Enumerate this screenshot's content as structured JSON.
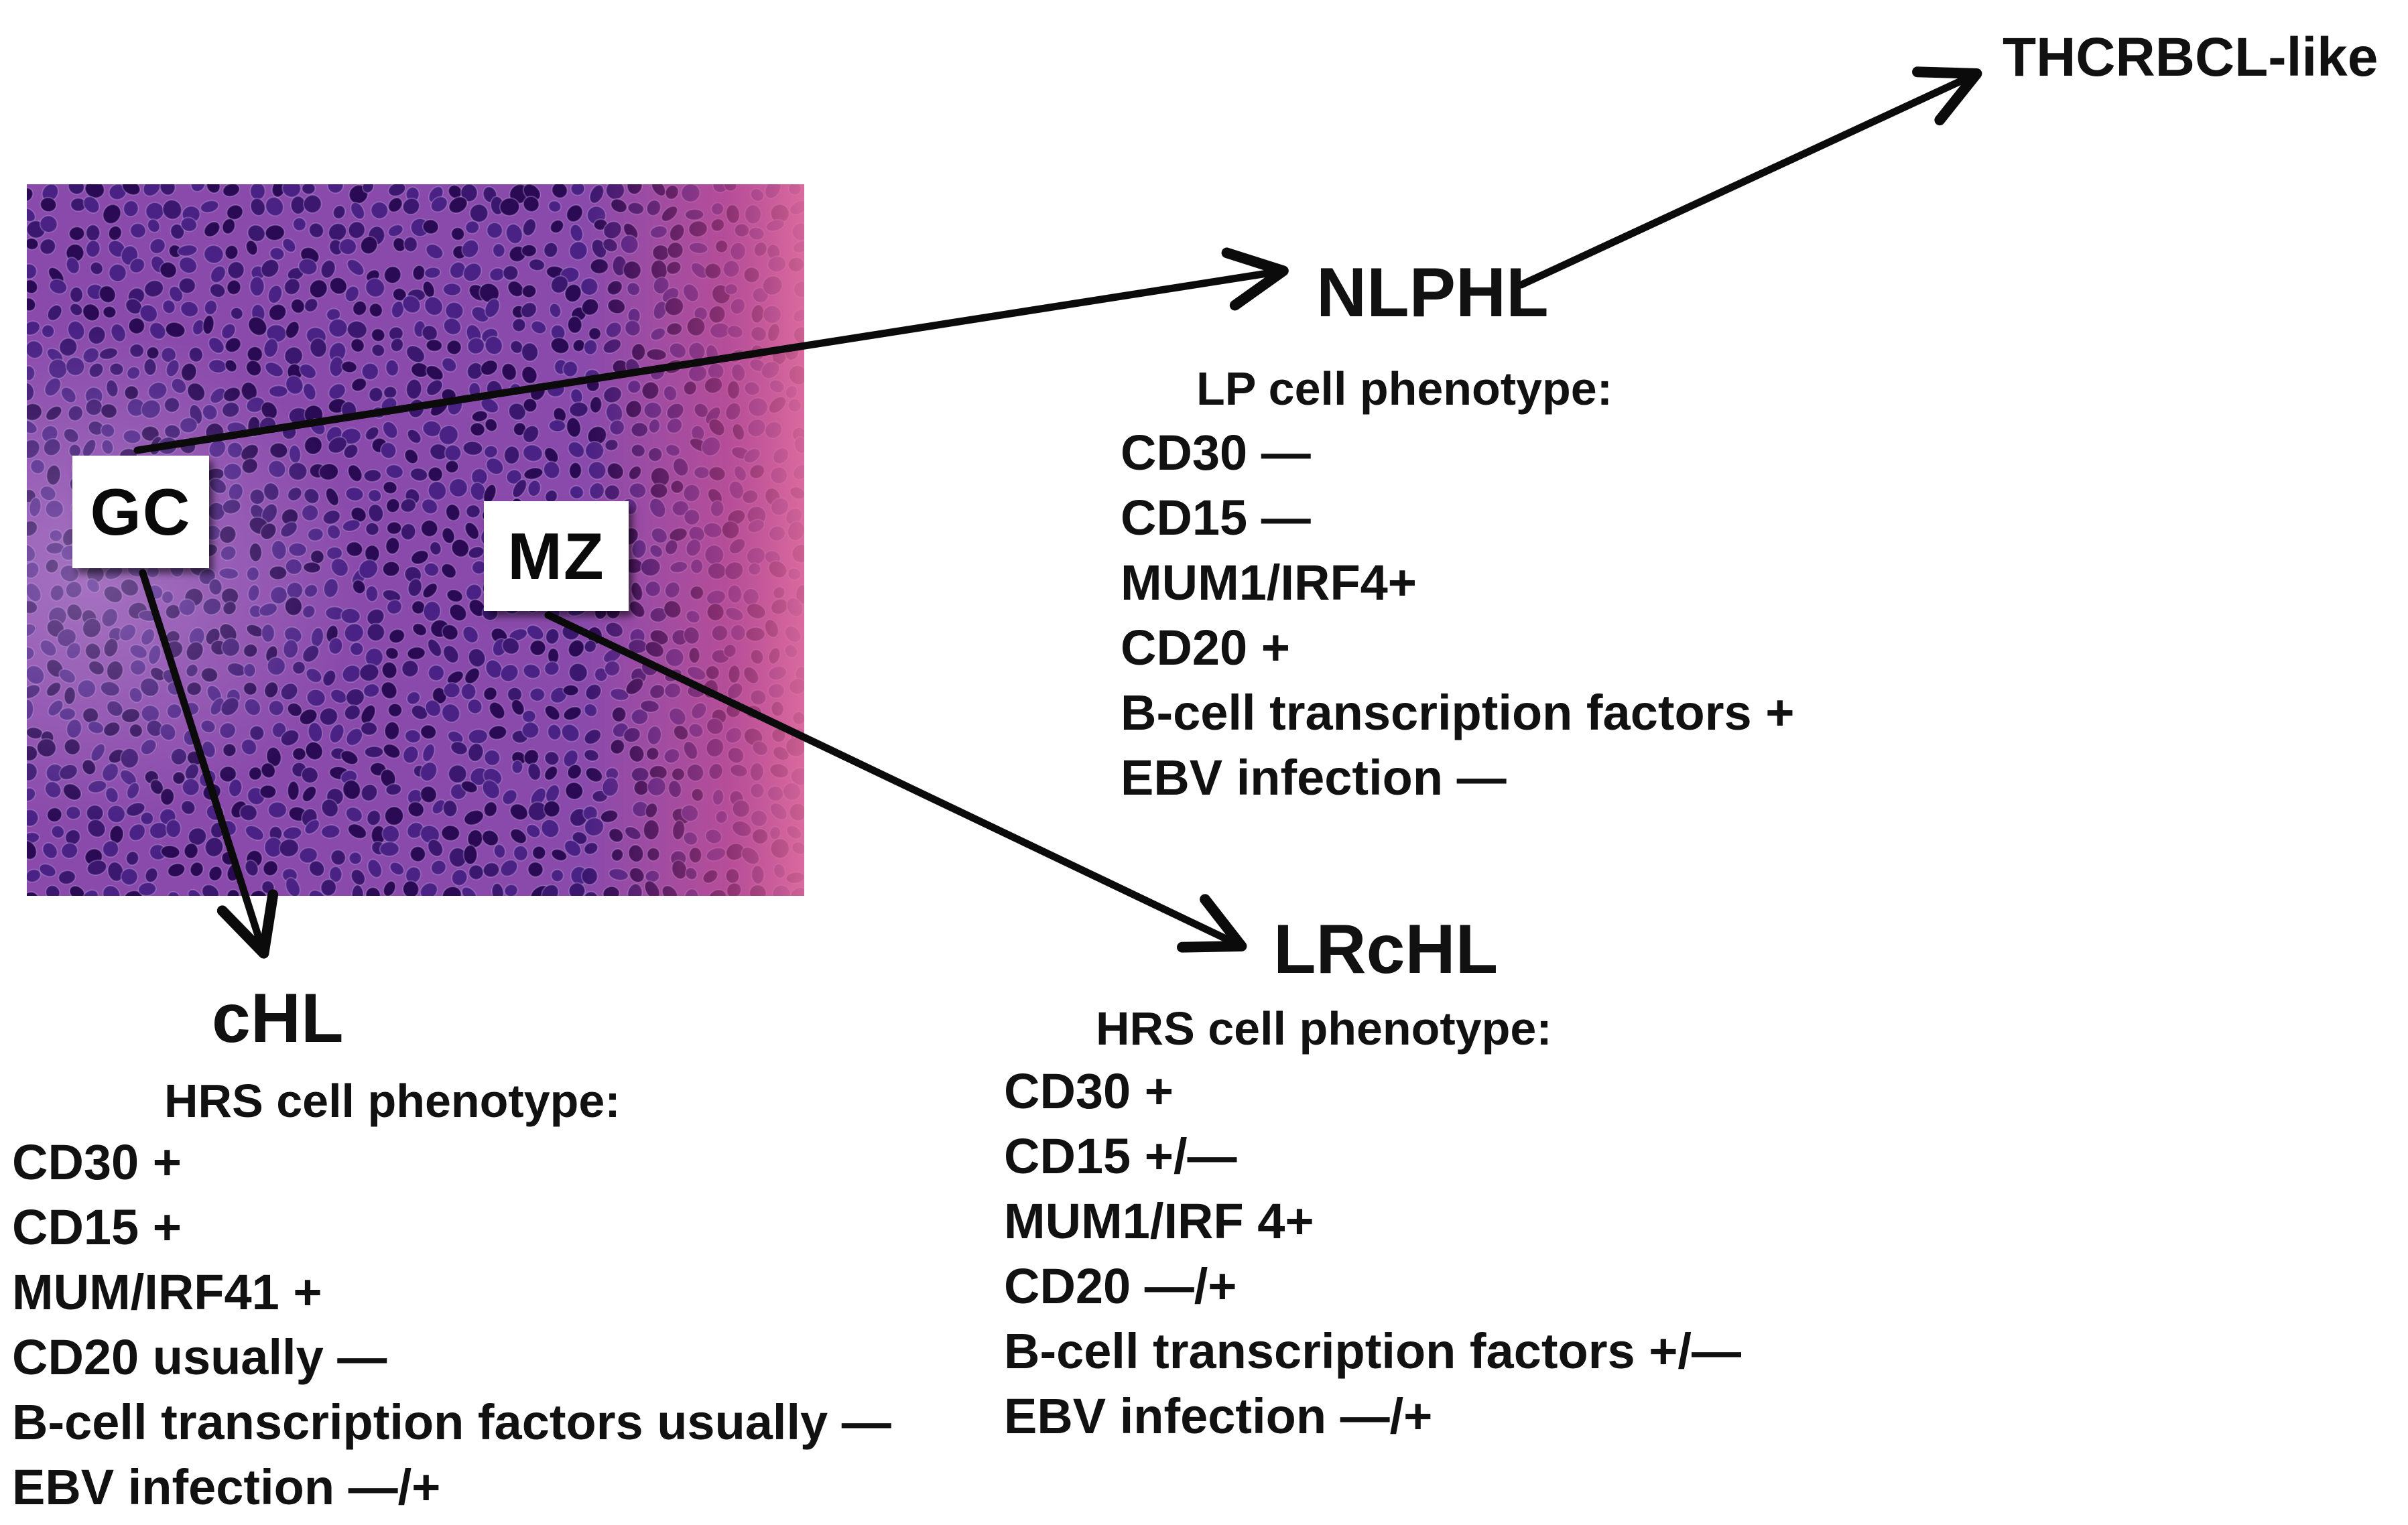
{
  "colors": {
    "text": "#111111",
    "arrow": "#0b0b0b",
    "tissue_base": "#7a3a9c",
    "nuclei": "#2a0a55",
    "eosin": "#e0608f"
  },
  "image": {
    "description_icon": "histology-micrograph-icon",
    "zone_labels": {
      "gc": "GC",
      "mz": "MZ"
    }
  },
  "nodes": {
    "thcrbcl": {
      "title": "THCRBCL-like"
    },
    "nlphl": {
      "title": "NLPHL",
      "subtitle": "LP cell phenotype:",
      "markers": [
        "CD30 —",
        "CD15 —",
        "MUM1/IRF4+",
        "CD20 +",
        "B-cell transcription factors +",
        "EBV infection —"
      ]
    },
    "lrchl": {
      "title": "LRcHL",
      "subtitle": "HRS cell phenotype:",
      "markers": [
        "CD30 +",
        "CD15 +/—",
        "MUM1/IRF 4+",
        "CD20 —/+",
        "B-cell transcription factors +/—",
        "EBV infection —/+"
      ]
    },
    "chl": {
      "title": "cHL",
      "subtitle": "HRS cell phenotype:",
      "markers": [
        "CD30 +",
        "CD15 +",
        "MUM/IRF41 +",
        "CD20 usually —",
        "B-cell transcription factors usually —",
        "EBV infection —/+"
      ]
    }
  },
  "edges": [
    {
      "from": "GC",
      "to": "NLPHL"
    },
    {
      "from": "NLPHL",
      "to": "THCRBCL-like"
    },
    {
      "from": "GC",
      "to": "cHL"
    },
    {
      "from": "MZ",
      "to": "LRcHL"
    }
  ]
}
